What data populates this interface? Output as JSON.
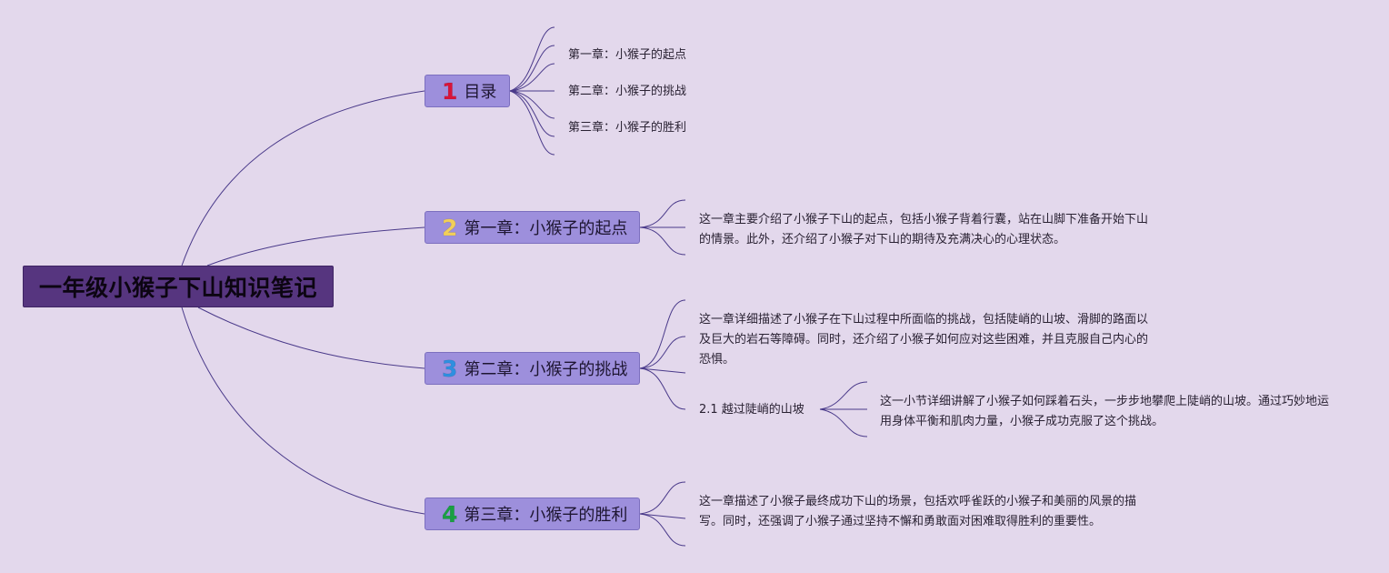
{
  "root": {
    "title": "一年级小猴子下山知识笔记"
  },
  "topics": [
    {
      "number": "1",
      "number_color": "#d8143a",
      "label": "目录"
    },
    {
      "number": "2",
      "number_color": "#f2cf5a",
      "label": "第一章：小猴子的起点"
    },
    {
      "number": "3",
      "number_color": "#2e8fe0",
      "label": "第二章：小猴子的挑战"
    },
    {
      "number": "4",
      "number_color": "#19a043",
      "label": "第三章：小猴子的胜利"
    }
  ],
  "toc": {
    "items": [
      "第一章：小猴子的起点",
      "第二章：小猴子的挑战",
      "第三章：小猴子的胜利"
    ]
  },
  "chapter1": {
    "summary": "这一章主要介绍了小猴子下山的起点，包括小猴子背着行囊，站在山脚下准备开始下山的情景。此外，还介绍了小猴子对下山的期待及充满决心的心理状态。"
  },
  "chapter2": {
    "summary": "这一章详细描述了小猴子在下山过程中所面临的挑战，包括陡峭的山坡、滑脚的路面以及巨大的岩石等障碍。同时，还介绍了小猴子如何应对这些困难，并且克服自己内心的恐惧。",
    "section": {
      "title": "2.1 越过陡峭的山坡",
      "summary": "这一小节详细讲解了小猴子如何踩着石头，一步步地攀爬上陡峭的山坡。通过巧妙地运用身体平衡和肌肉力量，小猴子成功克服了这个挑战。"
    }
  },
  "chapter3": {
    "summary": "这一章描述了小猴子最终成功下山的场景，包括欢呼雀跃的小猴子和美丽的风景的描写。同时，还强调了小猴子通过坚持不懈和勇敢面对困难取得胜利的重要性。"
  },
  "colors": {
    "background": "#e3d8ec",
    "root_fill": "#56357f",
    "topic_fill": "#9d8fdc",
    "connector": "#4a3a8a"
  }
}
